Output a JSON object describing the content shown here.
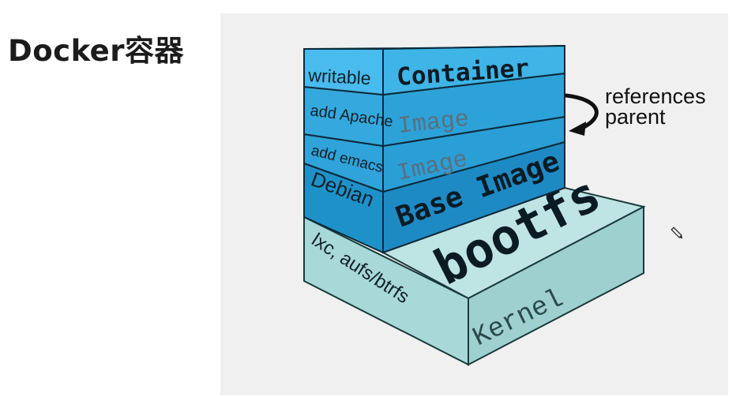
{
  "slide": {
    "title": "Docker容器"
  },
  "diagram": {
    "layers": {
      "container": {
        "left_label": "writable",
        "main_label": "Container"
      },
      "apache": {
        "left_label": "add Apache",
        "main_label": "Image"
      },
      "emacs": {
        "left_label": "add emacs",
        "main_label": "Image"
      },
      "base": {
        "left_label": "Debian",
        "main_label": "Base Image"
      },
      "kernel": {
        "top_label": "bootfs",
        "left_label": "lxc, aufs/btrfs",
        "front_label": "Kernel"
      }
    },
    "annotation": {
      "line1": "references",
      "line2": "parent"
    },
    "colors": {
      "container_front": "#3fb4e6",
      "image_front": "#2a9fd6",
      "base_front": "#1e8ac4",
      "kernel_front": "#a8d8d8",
      "kernel_top": "#bfe4e4",
      "panel_bg": "#f0f0f0"
    }
  }
}
